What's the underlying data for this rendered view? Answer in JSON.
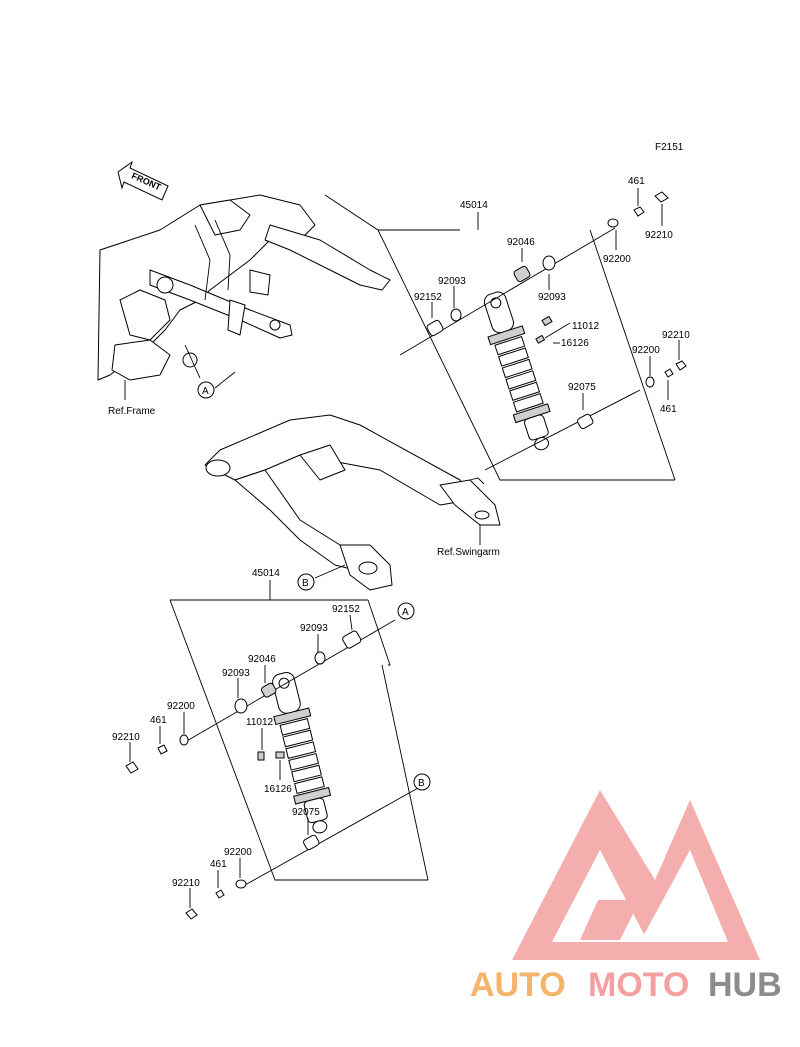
{
  "diagram_code": "F2151",
  "front_label": "FRONT",
  "ref_frame": "Ref.Frame",
  "ref_swingarm": "Ref.Swingarm",
  "markers": {
    "a": "A",
    "b": "B"
  },
  "upper_labels": {
    "assy": "45014",
    "p92046": "92046",
    "p92093_a": "92093",
    "p92152": "92152",
    "p92093_b": "92093",
    "p11012": "11012",
    "p16126": "16126",
    "p92075": "92075",
    "p461_a": "461",
    "p92210_a": "92210",
    "p92200_a": "92200",
    "p92210_b": "92210",
    "p92200_b": "92200",
    "p461_b": "461"
  },
  "lower_labels": {
    "assy": "45014",
    "p92152": "92152",
    "p92093_a": "92093",
    "p92046": "92046",
    "p92093_b": "92093",
    "p92200_a": "92200",
    "p461_a": "461",
    "p92210_a": "92210",
    "p11012": "11012",
    "p16126": "16126",
    "p92075": "92075",
    "p92200_b": "92200",
    "p461_b": "461",
    "p92210_b": "92210"
  },
  "watermark": {
    "part1": "AUTO",
    "part2": "MOTO",
    "part3": "HUB",
    "color1": "#f6b36a",
    "color2": "#f4a0a0",
    "color3": "#8c8c8c"
  }
}
